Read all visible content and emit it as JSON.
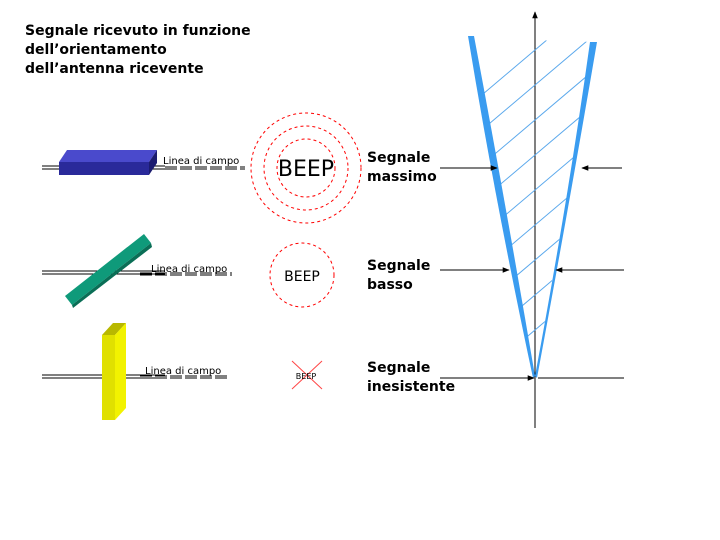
{
  "title": {
    "lines": [
      "Segnale ricevuto in funzione",
      "dell’orientamento",
      "dell’antenna ricevente"
    ]
  },
  "rows": [
    {
      "field_label": "Linea di campo",
      "beep": "BEEP",
      "signal_line1": "Segnale",
      "signal_line2": "massimo"
    },
    {
      "field_label": "Linea di campo",
      "beep": "BEEP",
      "signal_line1": "Segnale",
      "signal_line2": "basso"
    },
    {
      "field_label": "Linea di campo",
      "beep": "BEEP",
      "signal_line1": "Segnale",
      "signal_line2": "inesistente"
    }
  ],
  "colors": {
    "antenna_horizontal": "#2a2a9a",
    "antenna_diagonal": "#0f9a7a",
    "antenna_vertical": "#e6e600",
    "beep_rings": "#ff0000",
    "lobe": "#3a9cf0",
    "hatch": "#5aa8ec"
  },
  "icons": [
    "antenna-horizontal-icon",
    "antenna-diagonal-icon",
    "antenna-vertical-icon",
    "crossed-out-icon"
  ]
}
